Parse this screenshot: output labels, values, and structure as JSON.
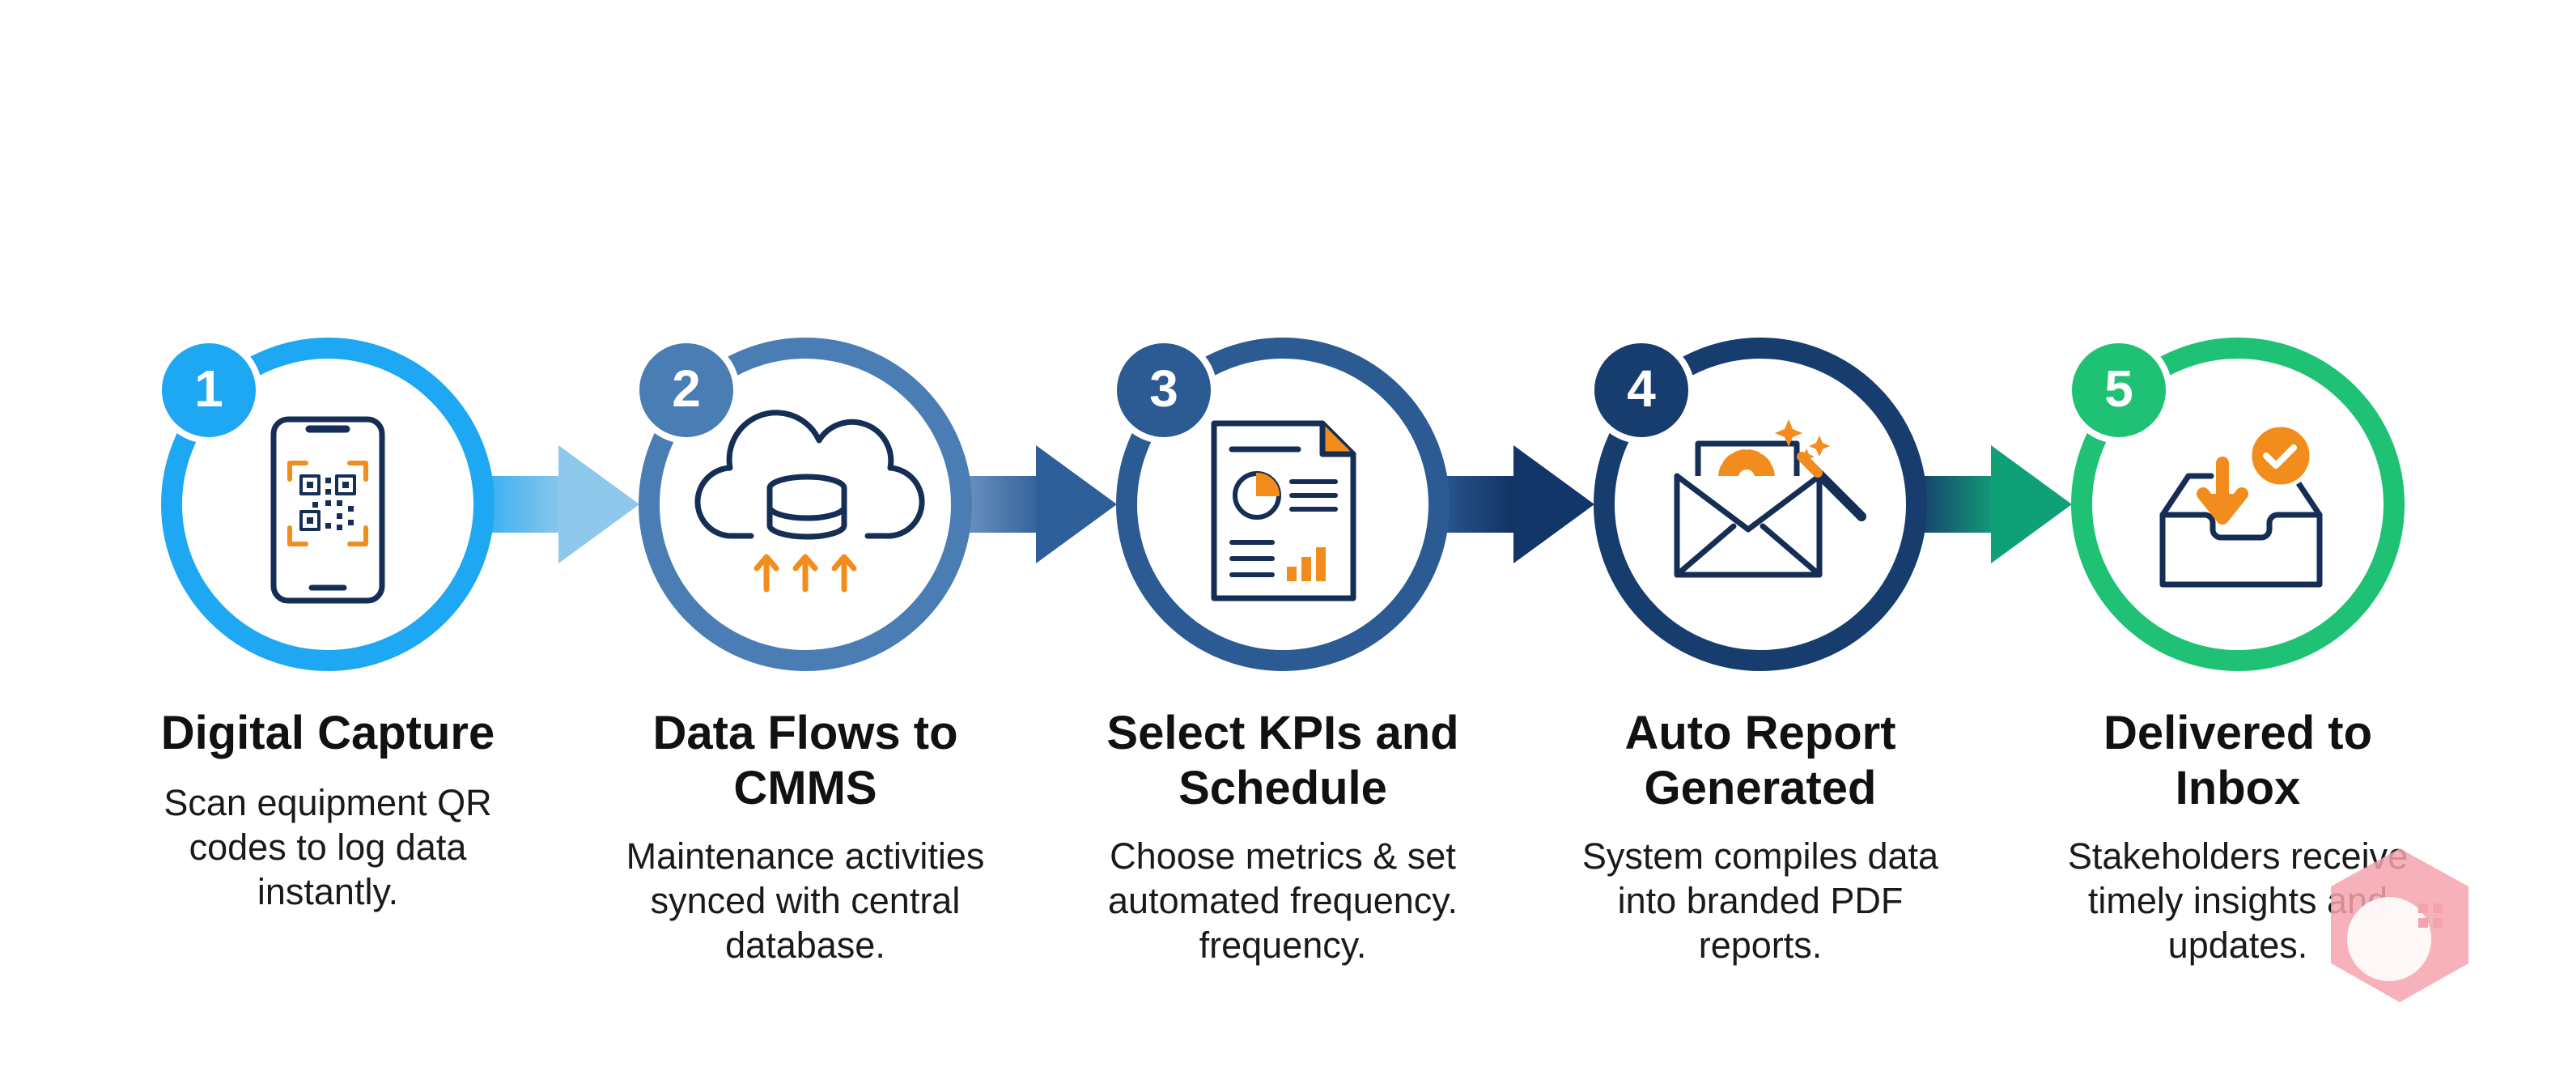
{
  "steps": [
    {
      "number": "1",
      "title_lines": [
        "Digital Capture"
      ],
      "desc_lines": [
        "Scan equipment QR",
        "codes to log data",
        "instantly."
      ],
      "icon": "qr-phone-icon",
      "color": "#1ea7f2"
    },
    {
      "number": "2",
      "title_lines": [
        "Data Flows to",
        "CMMS"
      ],
      "desc_lines": [
        "Maintenance activities",
        "synced with central",
        "database."
      ],
      "icon": "cloud-database-icon",
      "color": "#4a7db3"
    },
    {
      "number": "3",
      "title_lines": [
        "Select KPIs and",
        "Schedule"
      ],
      "desc_lines": [
        "Choose metrics & set",
        "automated frequency.",
        "frequency."
      ],
      "icon": "report-document-icon",
      "color": "#2b5b92"
    },
    {
      "number": "4",
      "title_lines": [
        "Auto Report",
        "Generated"
      ],
      "desc_lines": [
        "System compiles data",
        "into branded PDF",
        "reports."
      ],
      "icon": "email-gear-icon",
      "color": "#163d6e"
    },
    {
      "number": "5",
      "title_lines": [
        "Delivered to",
        "Inbox"
      ],
      "desc_lines": [
        "Stakeholders receive",
        "timely insights and",
        "updates."
      ],
      "icon": "inbox-check-icon",
      "color": "#1fc174"
    }
  ],
  "colors": {
    "accent_orange": "#f28c1c",
    "icon_navy": "#142e55",
    "arrow_1": "#7cc3ee",
    "arrow_2": "#3f6fa6",
    "arrow_3": "#15386a",
    "arrow_4": "#148a75"
  }
}
